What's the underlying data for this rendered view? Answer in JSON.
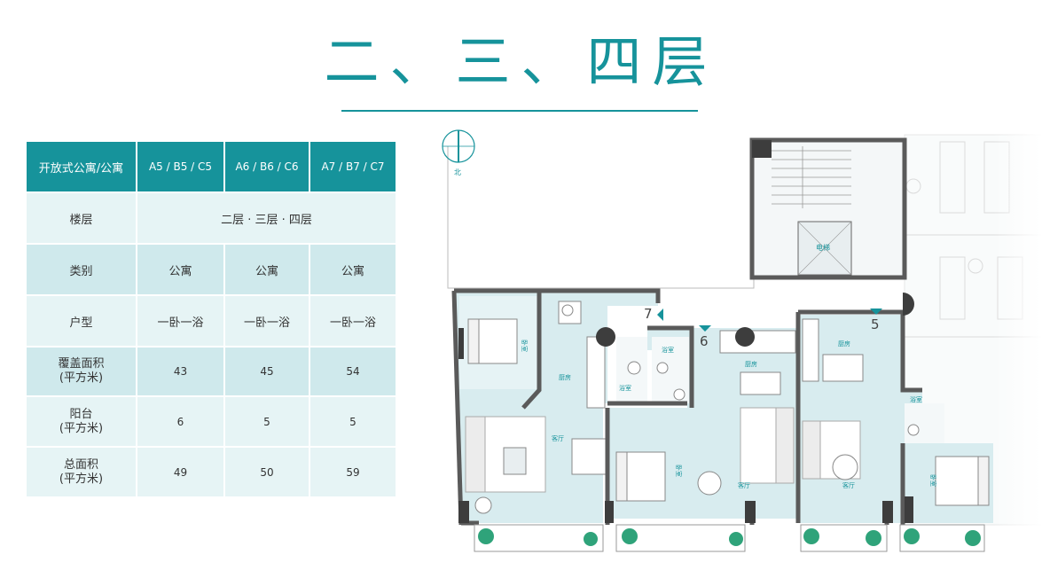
{
  "title": "二、三、四层",
  "table": {
    "headers": [
      "开放式公寓/公寓",
      "A5 / B5 / C5",
      "A6 / B6 / C6",
      "A7 / B7 / C7"
    ],
    "floor_label": "楼层",
    "floor_value": "二层 · 三层 · 四层",
    "type_label": "类别",
    "type_values": [
      "公寓",
      "公寓",
      "公寓"
    ],
    "layout_label": "户型",
    "layout_values": [
      "一卧一浴",
      "一卧一浴",
      "一卧一浴"
    ],
    "cover_label_1": "覆盖面积",
    "cover_label_2": "(平方米)",
    "cover_values": [
      "43",
      "45",
      "54"
    ],
    "balcony_label_1": "阳台",
    "balcony_label_2": "(平方米)",
    "balcony_values": [
      "6",
      "5",
      "5"
    ],
    "total_label_1": "总面积",
    "total_label_2": "(平方米)",
    "total_values": [
      "49",
      "50",
      "59"
    ]
  },
  "plan": {
    "north": "北",
    "elevator": "电梯",
    "unit_numbers": [
      "7",
      "6",
      "5"
    ],
    "bedroom": "卧室",
    "kitchen": "厨房",
    "bath": "浴室",
    "living": "客厅",
    "colors": {
      "teal": "#16939b",
      "room": "#d8ecef",
      "wall": "#5a5a5a"
    }
  }
}
